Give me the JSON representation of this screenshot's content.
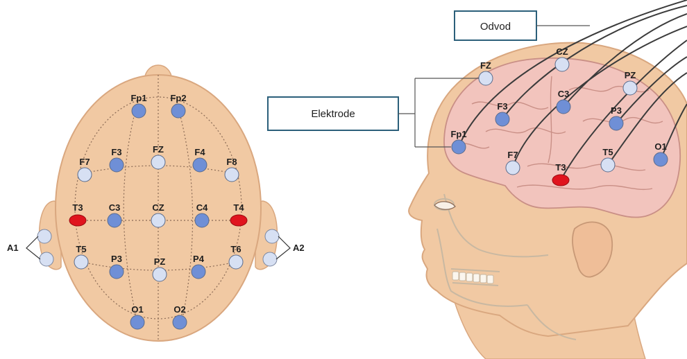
{
  "callouts": {
    "odvod": "Odvod",
    "elektrode": "Elektrode"
  },
  "colors": {
    "skin": "#f1c9a3",
    "skin_dark": "#d9a77f",
    "electrode_active": "#6f8fd6",
    "electrode_light": "#d7e0f3",
    "electrode_highlight": "#e0141e",
    "wire": "#3b3b3b",
    "callout_border": "#2b5f7a"
  },
  "top_view": {
    "electrodes": [
      {
        "id": "Fp1",
        "label": "Fp1",
        "state": "active"
      },
      {
        "id": "Fp2",
        "label": "Fp2",
        "state": "active"
      },
      {
        "id": "F7",
        "label": "F7",
        "state": "light"
      },
      {
        "id": "F3",
        "label": "F3",
        "state": "active"
      },
      {
        "id": "FZ",
        "label": "FZ",
        "state": "light"
      },
      {
        "id": "F4",
        "label": "F4",
        "state": "active"
      },
      {
        "id": "F8",
        "label": "F8",
        "state": "light"
      },
      {
        "id": "T3",
        "label": "T3",
        "state": "highlight"
      },
      {
        "id": "C3",
        "label": "C3",
        "state": "active"
      },
      {
        "id": "CZ",
        "label": "CZ",
        "state": "light"
      },
      {
        "id": "C4",
        "label": "C4",
        "state": "active"
      },
      {
        "id": "T4",
        "label": "T4",
        "state": "highlight"
      },
      {
        "id": "T5",
        "label": "T5",
        "state": "light"
      },
      {
        "id": "P3",
        "label": "P3",
        "state": "active"
      },
      {
        "id": "PZ",
        "label": "PZ",
        "state": "light"
      },
      {
        "id": "P4",
        "label": "P4",
        "state": "active"
      },
      {
        "id": "T6",
        "label": "T6",
        "state": "light"
      },
      {
        "id": "O1",
        "label": "O1",
        "state": "active"
      },
      {
        "id": "O2",
        "label": "O2",
        "state": "active"
      }
    ],
    "ear_refs": [
      {
        "id": "A1",
        "label": "A1"
      },
      {
        "id": "A2",
        "label": "A2"
      }
    ]
  },
  "side_view": {
    "electrodes": [
      {
        "id": "FZ",
        "label": "FZ",
        "state": "light"
      },
      {
        "id": "CZ",
        "label": "CZ",
        "state": "light"
      },
      {
        "id": "PZ",
        "label": "PZ",
        "state": "light"
      },
      {
        "id": "F3",
        "label": "F3",
        "state": "active"
      },
      {
        "id": "C3",
        "label": "C3",
        "state": "active"
      },
      {
        "id": "P3",
        "label": "P3",
        "state": "active"
      },
      {
        "id": "Fp1",
        "label": "Fp1",
        "state": "active"
      },
      {
        "id": "F7",
        "label": "F7",
        "state": "light"
      },
      {
        "id": "T3",
        "label": "T3",
        "state": "highlight"
      },
      {
        "id": "T5",
        "label": "T5",
        "state": "light"
      },
      {
        "id": "O1",
        "label": "O1",
        "state": "active"
      }
    ]
  }
}
